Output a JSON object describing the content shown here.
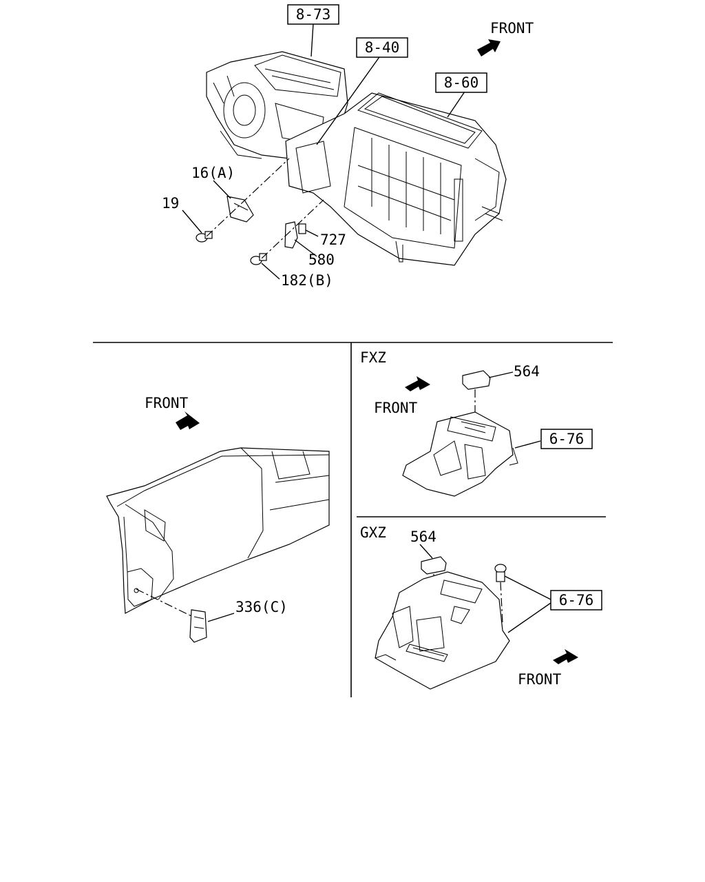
{
  "top": {
    "front_label": "FRONT",
    "refs": {
      "r873": "8-73",
      "r840": "8-40",
      "r860": "8-60"
    },
    "parts": {
      "p16a": "16(A)",
      "p19": "19",
      "p727": "727",
      "p580": "580",
      "p182b": "182(B)"
    }
  },
  "left_panel": {
    "front_label": "FRONT",
    "parts": {
      "p336c": "336(C)"
    }
  },
  "fxz_panel": {
    "title": "FXZ",
    "front_label": "FRONT",
    "parts": {
      "p564": "564"
    },
    "refs": {
      "r676": "6-76"
    }
  },
  "gxz_panel": {
    "title": "GXZ",
    "front_label": "FRONT",
    "parts": {
      "p564": "564"
    },
    "refs": {
      "r676": "6-76"
    }
  }
}
